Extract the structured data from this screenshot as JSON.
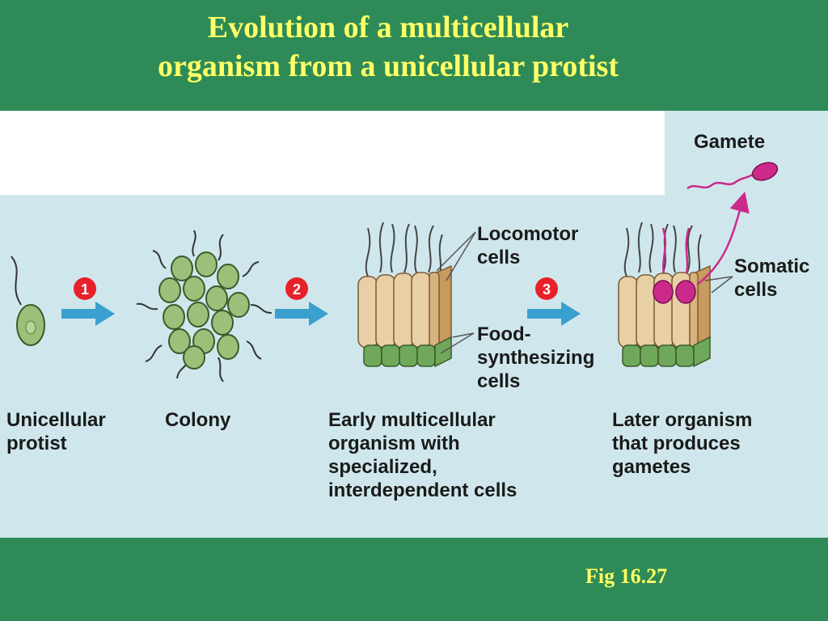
{
  "title": {
    "line1": "Evolution of a multicellular",
    "line2": "organism from a unicellular protist"
  },
  "steps": [
    "1",
    "2",
    "3"
  ],
  "stages": [
    "Unicellular\nprotist",
    "Colony",
    "Early multicellular\norganism with\nspecialized,\ninterdependent cells",
    "Later organism\nthat produces\ngametes"
  ],
  "callouts": {
    "locomotor": "Locomotor\ncells",
    "food": "Food-\nsynthesizing\ncells",
    "somatic": "Somatic\ncells",
    "gamete": "Gamete"
  },
  "figure_number": "Fig 16.27",
  "colors": {
    "background": "#2e8b57",
    "title": "#ffff66",
    "panel": "#cfe7ec",
    "arrow": "#3aa0d0",
    "step_badge": "#e8202a",
    "gamete": "#cc2a8a",
    "protist": "#9cbf7a",
    "locomotor_cell": "#e9cfa6",
    "food_cell": "#6fa85a"
  }
}
